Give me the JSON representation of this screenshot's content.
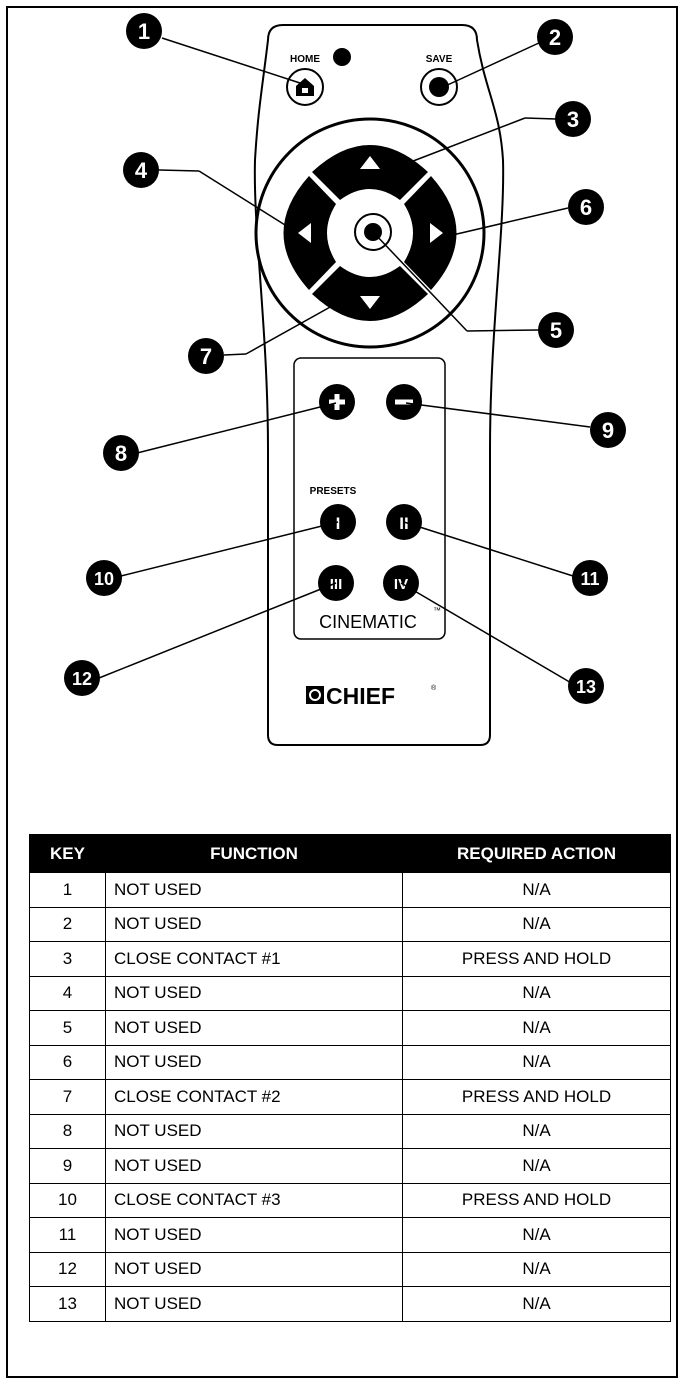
{
  "remote": {
    "home_label": "HOME",
    "save_label": "SAVE",
    "presets_label": "PRESETS",
    "preset_labels": [
      "I",
      "II",
      "III",
      "IV"
    ],
    "brand_label": "CINEMATIC",
    "trademark": "™",
    "logo_text": "CHIEF",
    "registered": "®"
  },
  "callouts": [
    "1",
    "2",
    "3",
    "4",
    "5",
    "6",
    "7",
    "8",
    "9",
    "10",
    "11",
    "12",
    "13"
  ],
  "table": {
    "headers": [
      "KEY",
      "FUNCTION",
      "REQUIRED ACTION"
    ],
    "rows": [
      {
        "key": "1",
        "function": "NOT USED",
        "action": "N/A"
      },
      {
        "key": "2",
        "function": "NOT USED",
        "action": "N/A"
      },
      {
        "key": "3",
        "function": "CLOSE CONTACT #1",
        "action": "PRESS AND HOLD"
      },
      {
        "key": "4",
        "function": "NOT USED",
        "action": "N/A"
      },
      {
        "key": "5",
        "function": "NOT USED",
        "action": "N/A"
      },
      {
        "key": "6",
        "function": "NOT USED",
        "action": "N/A"
      },
      {
        "key": "7",
        "function": "CLOSE CONTACT #2",
        "action": "PRESS AND HOLD"
      },
      {
        "key": "8",
        "function": "NOT USED",
        "action": "N/A"
      },
      {
        "key": "9",
        "function": "NOT USED",
        "action": "N/A"
      },
      {
        "key": "10",
        "function": "CLOSE CONTACT #3",
        "action": "PRESS AND HOLD"
      },
      {
        "key": "11",
        "function": "NOT USED",
        "action": "N/A"
      },
      {
        "key": "12",
        "function": "NOT USED",
        "action": "N/A"
      },
      {
        "key": "13",
        "function": "NOT USED",
        "action": "N/A"
      }
    ]
  }
}
